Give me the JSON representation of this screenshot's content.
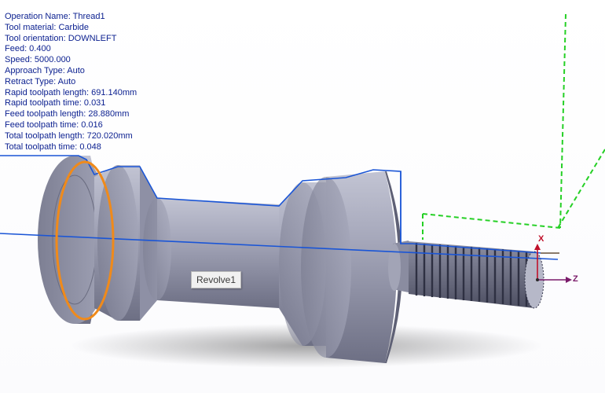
{
  "operation_info": [
    "Operation Name: Thread1",
    "Tool material: Carbide",
    "Tool orientation: DOWNLEFT",
    "Feed: 0.400",
    "Speed: 5000.000",
    "Approach Type: Auto",
    "Retract Type: Auto",
    "Rapid toolpath length: 691.140mm",
    "Rapid toolpath time: 0.031",
    "Feed toolpath length: 28.880mm",
    "Feed toolpath time: 0.016",
    "Total toolpath length: 720.020mm",
    "Total toolpath time: 0.048"
  ],
  "tooltip": {
    "text": "Revolve1"
  },
  "axes": {
    "x_label": "X",
    "z_label": "Z"
  },
  "colors": {
    "toolpath": "#1a55d6",
    "rapid": "#25d025",
    "highlight": "#f08a1a",
    "part": "#9a9cb0",
    "info_text": "#0a1f8f"
  },
  "icons": [
    "coordinate-triad-icon"
  ]
}
